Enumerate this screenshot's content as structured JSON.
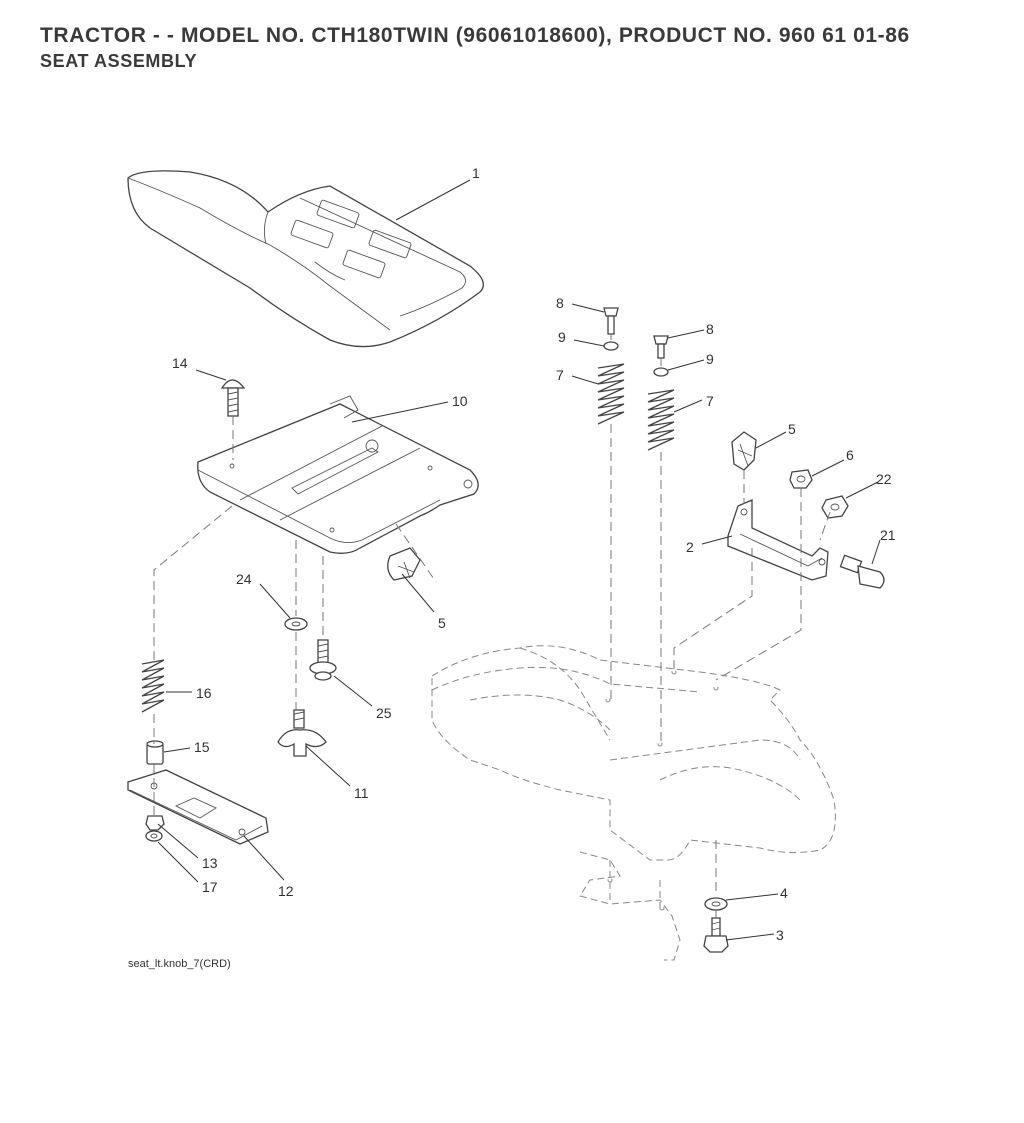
{
  "header": {
    "title": "TRACTOR - - MODEL NO. CTH180TWIN (96061018600), PRODUCT NO. 960 61 01-86",
    "subtitle": "SEAT ASSEMBLY"
  },
  "callouts": {
    "c1": "1",
    "c2": "2",
    "c3": "3",
    "c4": "4",
    "c5a": "5",
    "c5b": "5",
    "c6": "6",
    "c7a": "7",
    "c7b": "7",
    "c8a": "8",
    "c8b": "8",
    "c9a": "9",
    "c9b": "9",
    "c10": "10",
    "c11": "11",
    "c12": "12",
    "c13": "13",
    "c14": "14",
    "c15": "15",
    "c16": "16",
    "c17": "17",
    "c21": "21",
    "c22": "22",
    "c24": "24",
    "c25": "25"
  },
  "drawing_ref": "seat_lt.knob_7(CRD)"
}
